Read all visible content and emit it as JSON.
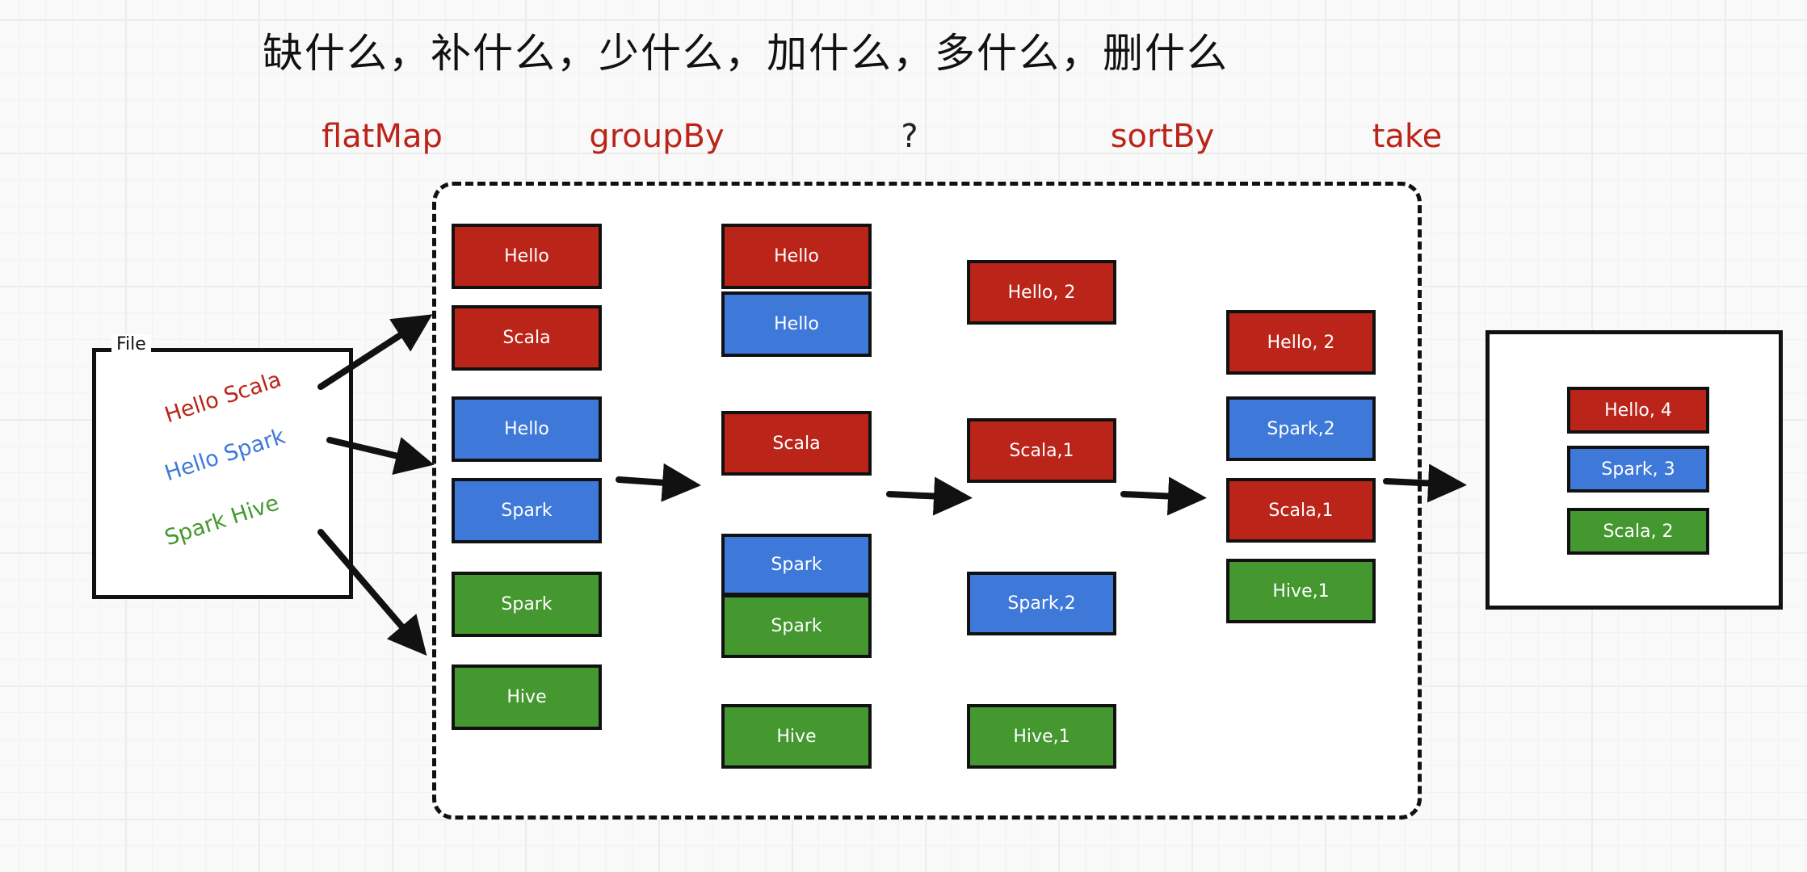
{
  "title": "缺什么，补什么，少什么，加什么，多什么，删什么",
  "operations": [
    "flatMap",
    "groupBy",
    "?",
    "sortBy",
    "take"
  ],
  "file": {
    "label": "File",
    "lines": [
      {
        "text": "Hello Scala",
        "color": "#bb2419"
      },
      {
        "text": "Hello Spark",
        "color": "#3e79d9"
      },
      {
        "text": "Spark Hive",
        "color": "#44982f"
      }
    ]
  },
  "colors": {
    "red": "#bb2419",
    "blue": "#3e79d9",
    "green": "#44982f"
  },
  "columns": [
    [
      {
        "text": "Hello",
        "c": "red"
      },
      {
        "text": "Scala",
        "c": "red"
      },
      {
        "text": "Hello",
        "c": "blue"
      },
      {
        "text": "Spark",
        "c": "blue"
      },
      {
        "text": "Spark",
        "c": "green"
      },
      {
        "text": "Hive",
        "c": "green"
      }
    ],
    [
      {
        "text": "Hello",
        "c": "red"
      },
      {
        "text": "Hello",
        "c": "blue"
      },
      {
        "text": "Scala",
        "c": "red"
      },
      {
        "text": "Spark",
        "c": "blue"
      },
      {
        "text": "Spark",
        "c": "green"
      },
      {
        "text": "Hive",
        "c": "green"
      }
    ],
    [
      {
        "text": "Hello, 2",
        "c": "red"
      },
      {
        "text": "Scala,1",
        "c": "red"
      },
      {
        "text": "Spark,2",
        "c": "blue"
      },
      {
        "text": "Hive,1",
        "c": "green"
      }
    ],
    [
      {
        "text": "Hello, 2",
        "c": "red"
      },
      {
        "text": "Spark,2",
        "c": "blue"
      },
      {
        "text": "Scala,1",
        "c": "red"
      },
      {
        "text": "Hive,1",
        "c": "green"
      }
    ]
  ],
  "result": [
    {
      "text": "Hello, 4",
      "c": "red"
    },
    {
      "text": "Spark, 3",
      "c": "blue"
    },
    {
      "text": "Scala, 2",
      "c": "green"
    }
  ]
}
